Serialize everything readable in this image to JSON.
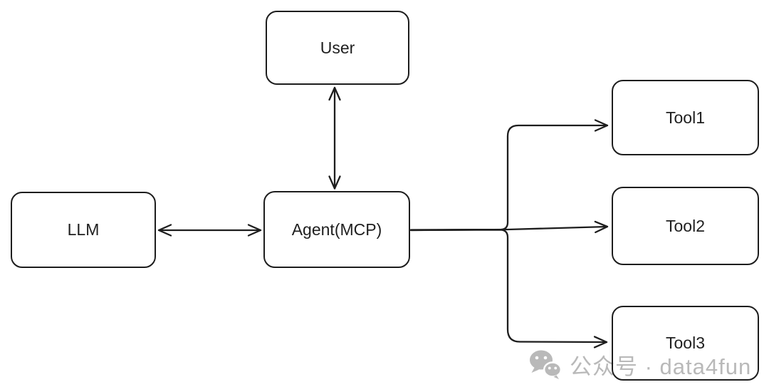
{
  "diagram": {
    "nodes": {
      "user": {
        "label": "User"
      },
      "llm": {
        "label": "LLM"
      },
      "agent": {
        "label": "Agent(MCP)"
      },
      "tool1": {
        "label": "Tool1"
      },
      "tool2": {
        "label": "Tool2"
      },
      "tool3": {
        "label": "Tool3"
      }
    },
    "edges": [
      {
        "from": "user",
        "to": "agent",
        "style": "bidirectional-arrow"
      },
      {
        "from": "llm",
        "to": "agent",
        "style": "bidirectional-arrow"
      },
      {
        "from": "agent",
        "to": "tool1",
        "style": "arrow"
      },
      {
        "from": "agent",
        "to": "tool2",
        "style": "arrow"
      },
      {
        "from": "agent",
        "to": "tool3",
        "style": "arrow"
      }
    ],
    "colors": {
      "stroke": "#1d1d1d",
      "text": "#1f1f1f",
      "watermark": "#b9b9b9"
    }
  },
  "watermark": {
    "icon": "wechat-icon",
    "text": "公众号 · data4fun"
  }
}
